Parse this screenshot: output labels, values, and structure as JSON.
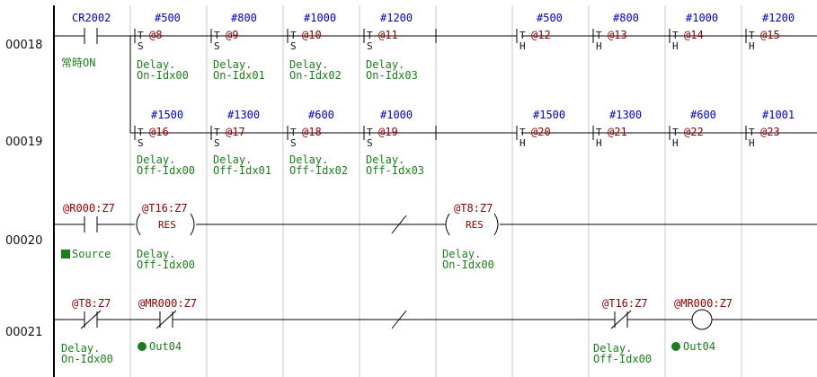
{
  "colors": {
    "preset": "#0000cc",
    "device": "#8b0000",
    "label": "#1a7f1a",
    "wire": "#000000",
    "grid": "#c8c8c8"
  },
  "steps": [
    {
      "number": "00018",
      "contact": {
        "device": "CR2002",
        "label": "常時ON"
      },
      "timers": [
        {
          "preset": "#500",
          "t": "T",
          "num": "@8",
          "mode": "S",
          "label1": "Delay.",
          "label2": "On-Idx00"
        },
        {
          "preset": "#800",
          "t": "T",
          "num": "@9",
          "mode": "S",
          "label1": "Delay.",
          "label2": "On-Idx01"
        },
        {
          "preset": "#1000",
          "t": "T",
          "num": "@10",
          "mode": "S",
          "label1": "Delay.",
          "label2": "On-Idx02"
        },
        {
          "preset": "#1200",
          "t": "T",
          "num": "@11",
          "mode": "S",
          "label1": "Delay.",
          "label2": "On-Idx03"
        },
        {
          "preset": "#500",
          "t": "T",
          "num": "@12",
          "mode": "H"
        },
        {
          "preset": "#800",
          "t": "T",
          "num": "@13",
          "mode": "H"
        },
        {
          "preset": "#1000",
          "t": "T",
          "num": "@14",
          "mode": "H"
        },
        {
          "preset": "#1200",
          "t": "T",
          "num": "@15",
          "mode": "H"
        }
      ]
    },
    {
      "number": "00019",
      "timers": [
        {
          "preset": "#1500",
          "t": "T",
          "num": "@16",
          "mode": "S",
          "label1": "Delay.",
          "label2": "Off-Idx00"
        },
        {
          "preset": "#1300",
          "t": "T",
          "num": "@17",
          "mode": "S",
          "label1": "Delay.",
          "label2": "Off-Idx01"
        },
        {
          "preset": "#600",
          "t": "T",
          "num": "@18",
          "mode": "S",
          "label1": "Delay.",
          "label2": "Off-Idx02"
        },
        {
          "preset": "#1000",
          "t": "T",
          "num": "@19",
          "mode": "S",
          "label1": "Delay.",
          "label2": "Off-Idx03"
        },
        {
          "preset": "#1500",
          "t": "T",
          "num": "@20",
          "mode": "H"
        },
        {
          "preset": "#1300",
          "t": "T",
          "num": "@21",
          "mode": "H"
        },
        {
          "preset": "#600",
          "t": "T",
          "num": "@22",
          "mode": "H"
        },
        {
          "preset": "#1001",
          "t": "T",
          "num": "@23",
          "mode": "H"
        }
      ]
    },
    {
      "number": "00020",
      "contact": {
        "device": "@R000:Z7",
        "label": "Source"
      },
      "res1": {
        "device": "@T16:Z7",
        "text": "RES",
        "label1": "Delay.",
        "label2": "Off-Idx00"
      },
      "res2": {
        "device": "@T8:Z7",
        "text": "RES",
        "label1": "Delay.",
        "label2": "On-Idx00"
      }
    },
    {
      "number": "00021",
      "contact1": {
        "device": "@T8:Z7",
        "label1": "Delay.",
        "label2": "On-Idx00"
      },
      "contact2": {
        "device": "@MR000:Z7",
        "label": "Out04"
      },
      "contact3": {
        "device": "@T16:Z7",
        "label1": "Delay.",
        "label2": "Off-Idx00"
      },
      "coil": {
        "device": "@MR000:Z7",
        "label": "Out04"
      }
    }
  ]
}
